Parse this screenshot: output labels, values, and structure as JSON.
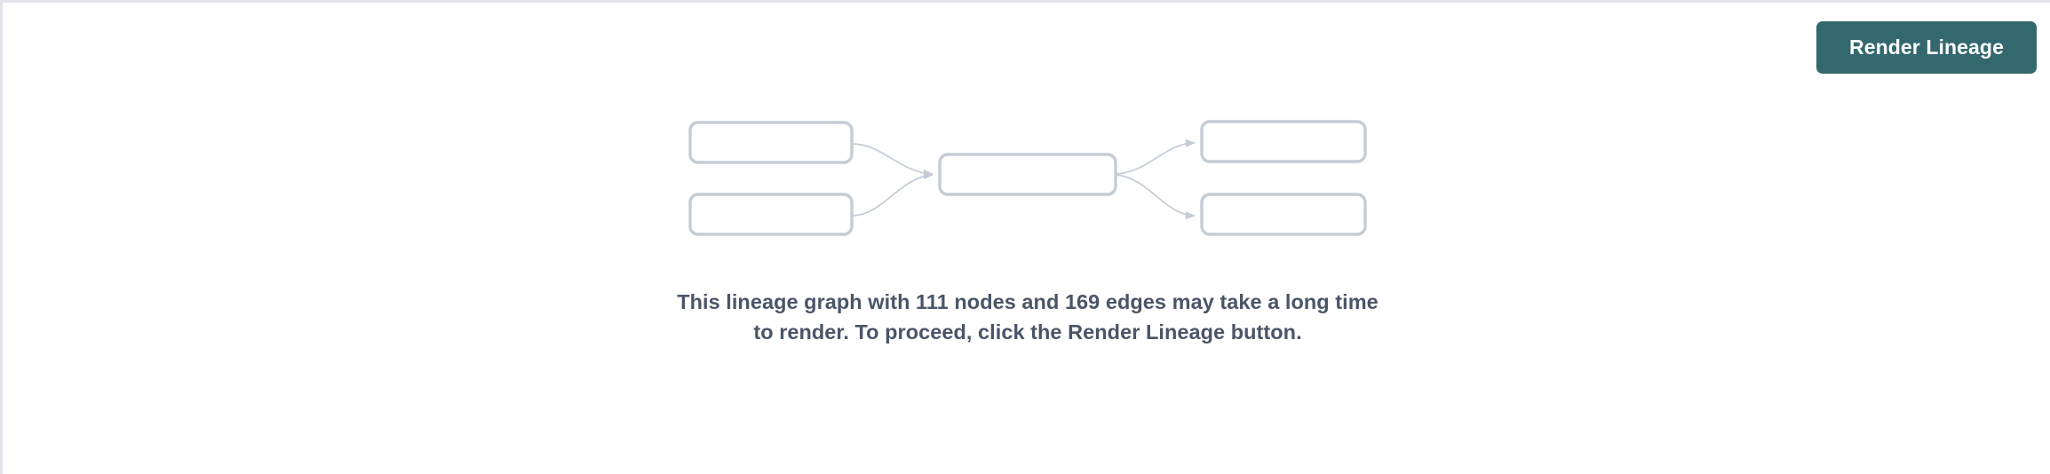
{
  "panel": {
    "background_color": "#ffffff",
    "border_color": "#e2e4e9"
  },
  "toolbar": {
    "render_button_label": "Render Lineage",
    "render_button_color": "#33686e",
    "render_button_text_color": "#ffffff"
  },
  "placeholder": {
    "message": "This lineage graph with 111 nodes and 169 edges may take a long time to render. To proceed, click the Render Lineage button.",
    "message_color": "#4a5568",
    "node_count": 111,
    "edge_count": 169
  },
  "graph_illustration": {
    "node_border_color": "#c5ccd6",
    "node_fill_color": "#ffffff",
    "edge_color": "#c5ccd6",
    "nodes": [
      {
        "id": "left-top",
        "label": ""
      },
      {
        "id": "left-bottom",
        "label": ""
      },
      {
        "id": "center",
        "label": ""
      },
      {
        "id": "right-top",
        "label": ""
      },
      {
        "id": "right-bottom",
        "label": ""
      }
    ],
    "edges": [
      {
        "from": "left-top",
        "to": "center"
      },
      {
        "from": "left-bottom",
        "to": "center"
      },
      {
        "from": "center",
        "to": "right-top"
      },
      {
        "from": "center",
        "to": "right-bottom"
      }
    ]
  }
}
